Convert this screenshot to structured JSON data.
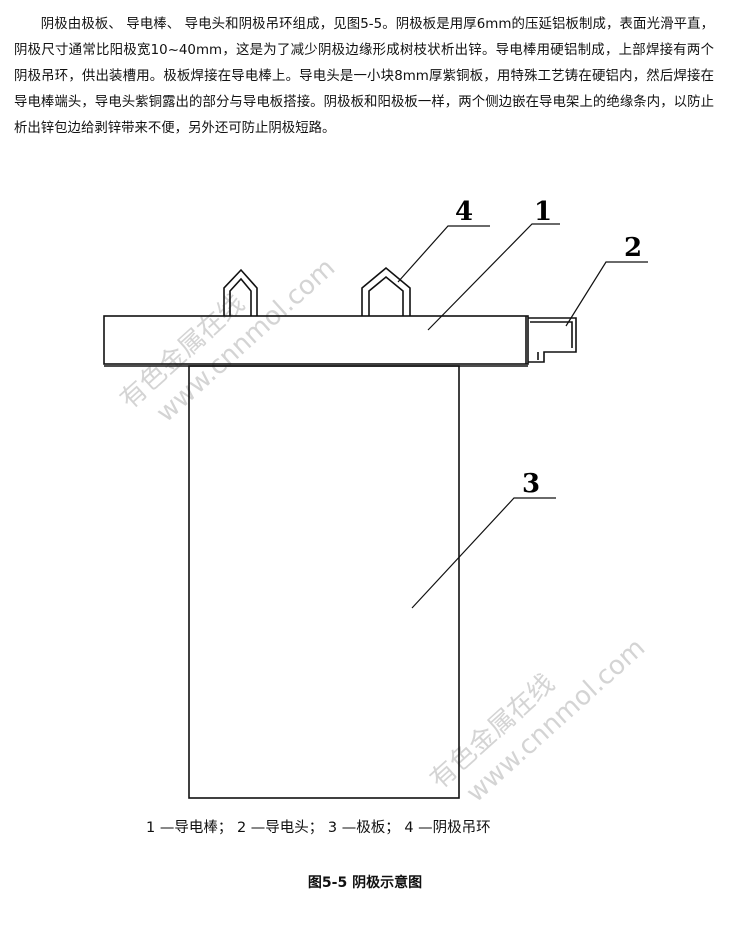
{
  "paragraph": "阴极由极板、 导电棒、 导电头和阴极吊环组成，见图5-5。阴极板是用厚6mm的压延铝板制成，表面光滑平直，阴极尺寸通常比阳极宽10~40mm，这是为了减少阴极边缘形成树枝状析出锌。导电棒用硬铝制成，上部焊接有两个阴极吊环，供出装槽用。极板焊接在导电棒上。导电头是一小块8mm厚紫铜板，用特殊工艺铸在硬铝内，然后焊接在导电棒端头，导电头紫铜露出的部分与导电板搭接。阴极板和阳极板一样，两个侧边嵌在导电架上的绝缘条内，以防止析出锌包边给剥锌带来不便，另外还可防止阴极短路。",
  "labels": {
    "l1": "1",
    "l2": "2",
    "l3": "3",
    "l4": "4"
  },
  "legend": "1 —导电棒； 2 —导电头； 3 —极板； 4 —阴极吊环",
  "watermark": {
    "cn": "有色金属在线",
    "url": "www.cnnmol.com"
  },
  "caption": "图5-5  阴极示意图"
}
